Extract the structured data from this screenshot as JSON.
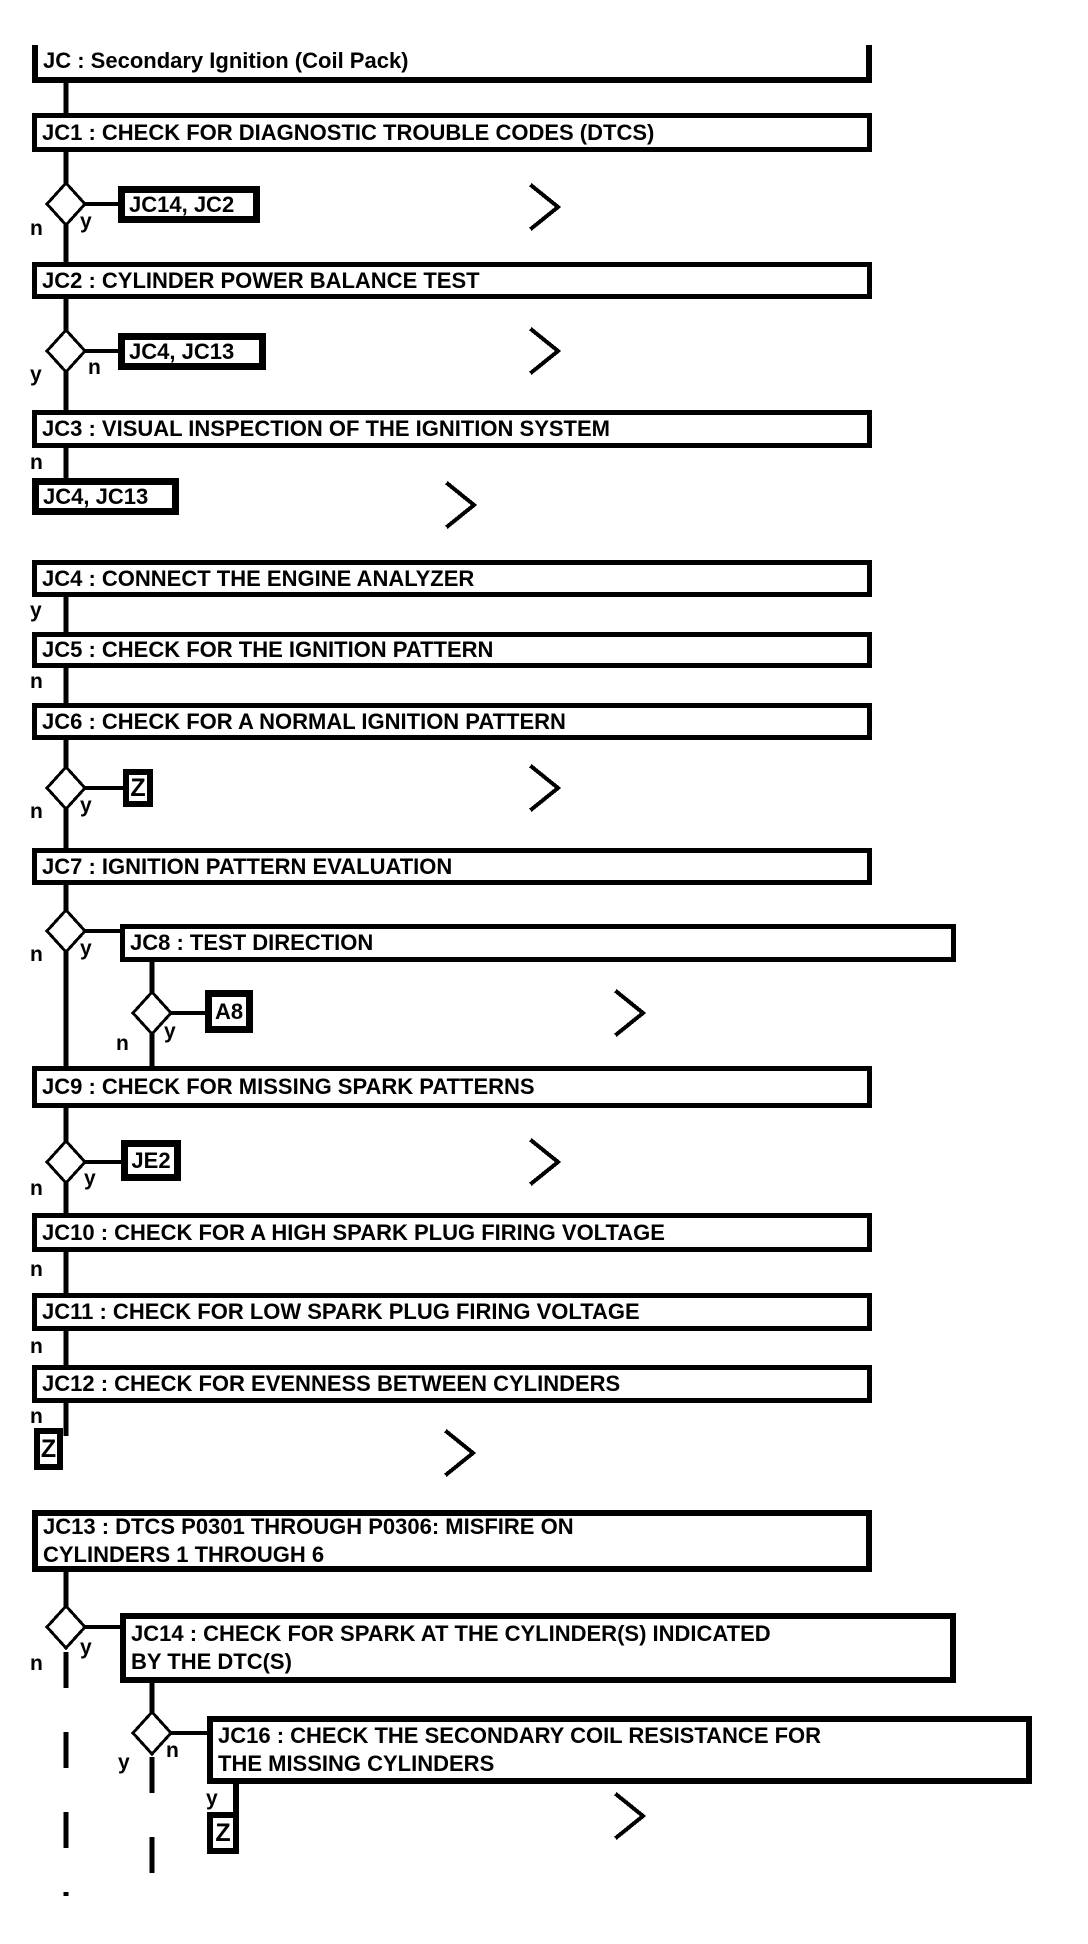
{
  "page": {
    "background": "#ffffff",
    "ink": "#000000"
  },
  "diagram": {
    "type": "flowchart",
    "title": "JC : Secondary Ignition (Coil Pack)",
    "labels": {
      "yes": "y",
      "no": "n"
    },
    "nodes": {
      "jc": {
        "id": "JC",
        "label": "JC : Secondary Ignition (Coil Pack)"
      },
      "jc1": {
        "id": "JC1",
        "label": "JC1 : CHECK FOR DIAGNOSTIC TROUBLE CODES (DTCS)"
      },
      "jc2": {
        "id": "JC2",
        "label": "JC2 : CYLINDER POWER BALANCE TEST"
      },
      "jc3": {
        "id": "JC3",
        "label": "JC3 : VISUAL INSPECTION OF THE IGNITION SYSTEM"
      },
      "jc4": {
        "id": "JC4",
        "label": "JC4 : CONNECT THE ENGINE ANALYZER"
      },
      "jc5": {
        "id": "JC5",
        "label": "JC5 : CHECK FOR THE IGNITION PATTERN"
      },
      "jc6": {
        "id": "JC6",
        "label": "JC6 : CHECK FOR A NORMAL IGNITION PATTERN"
      },
      "jc7": {
        "id": "JC7",
        "label": "JC7 : IGNITION PATTERN EVALUATION"
      },
      "jc8": {
        "id": "JC8",
        "label": "JC8 : TEST DIRECTION"
      },
      "jc9": {
        "id": "JC9",
        "label": "JC9 : CHECK FOR MISSING SPARK PATTERNS"
      },
      "jc10": {
        "id": "JC10",
        "label": "JC10 : CHECK FOR A HIGH SPARK PLUG FIRING VOLTAGE"
      },
      "jc11": {
        "id": "JC11",
        "label": "JC11 : CHECK FOR LOW SPARK PLUG FIRING VOLTAGE"
      },
      "jc12": {
        "id": "JC12",
        "label": "JC12 : CHECK FOR EVENNESS BETWEEN CYLINDERS"
      },
      "jc13": {
        "id": "JC13",
        "label": "JC13 : DTCS P0301 THROUGH P0306: MISFIRE ON\nCYLINDERS 1 THROUGH 6"
      },
      "jc14": {
        "id": "JC14",
        "label": "JC14 : CHECK FOR SPARK AT THE CYLINDER(S) INDICATED\nBY THE DTC(S)"
      },
      "jc16": {
        "id": "JC16",
        "label": "JC16 : CHECK THE SECONDARY COIL RESISTANCE FOR\nTHE MISSING CYLINDERS"
      }
    },
    "references": {
      "ref1": {
        "label": "JC14, JC2"
      },
      "ref2": {
        "label": "JC4, JC13"
      },
      "ref3": {
        "label": "JC4, JC13"
      },
      "z1": {
        "label": "Z"
      },
      "a8": {
        "label": "A8"
      },
      "je2": {
        "label": "JE2"
      },
      "z2": {
        "label": "Z"
      },
      "z3": {
        "label": "Z"
      }
    }
  }
}
